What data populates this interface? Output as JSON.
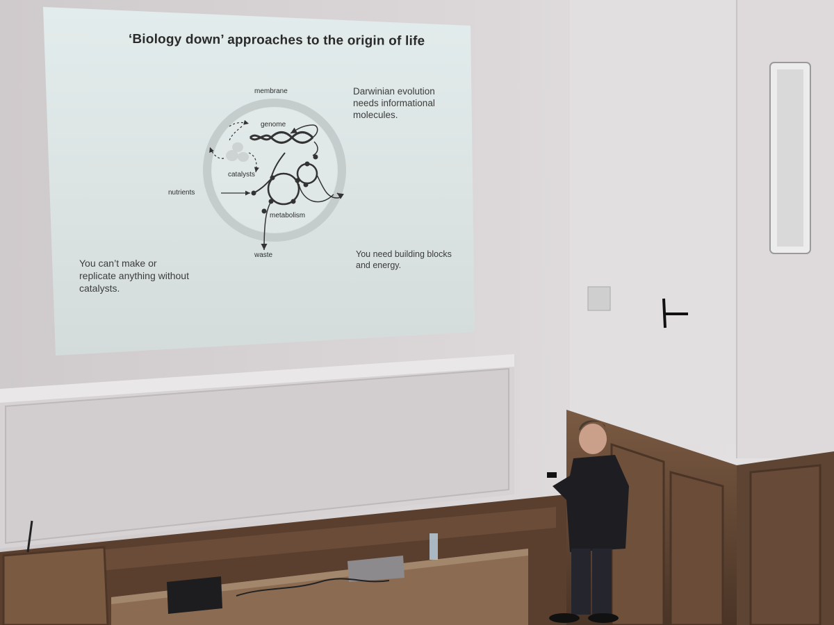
{
  "slide": {
    "title": "‘Biology down’ approaches to the origin of life",
    "note_top_right": "Darwinian evolution needs informational molecules.",
    "note_bottom_left": "You can’t make or replicate anything without catalysts.",
    "note_bottom_right": "You need building blocks and energy.",
    "diagram": {
      "membrane": "membrane",
      "genome": "genome",
      "catalysts": "catalysts",
      "nutrients": "nutrients",
      "metabolism": "metabolism",
      "waste": "waste"
    }
  }
}
